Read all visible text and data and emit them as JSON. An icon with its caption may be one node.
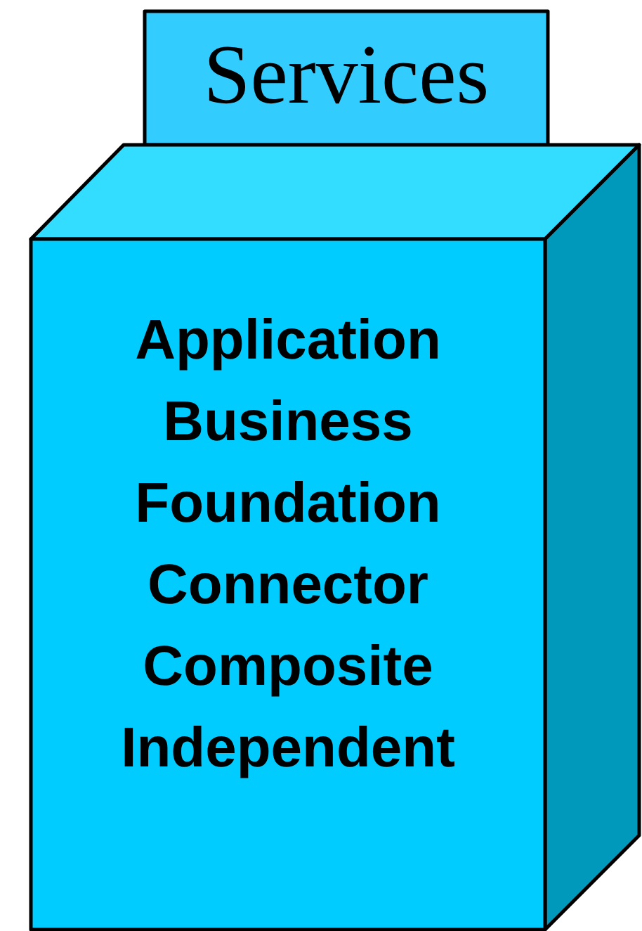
{
  "diagram": {
    "nodes": [
      {
        "text": [
          "Services",
          "Application",
          "Business",
          "Foundation",
          "Connector",
          "Composite",
          "Independent"
        ]
      }
    ]
  }
}
